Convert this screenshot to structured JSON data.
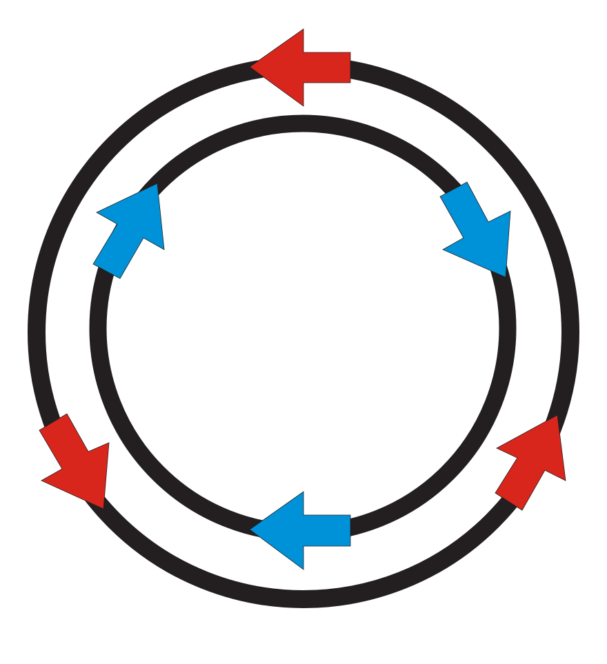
{
  "diagram": {
    "colors": {
      "ring": "#231f20",
      "outer_arrows": "#d9261c",
      "inner_arrows": "#0092d8",
      "background": "#ffffff"
    },
    "outer_ring": {
      "direction": "counterclockwise",
      "arrow_count": 3
    },
    "inner_ring": {
      "direction": "clockwise",
      "arrow_count": 3
    }
  }
}
